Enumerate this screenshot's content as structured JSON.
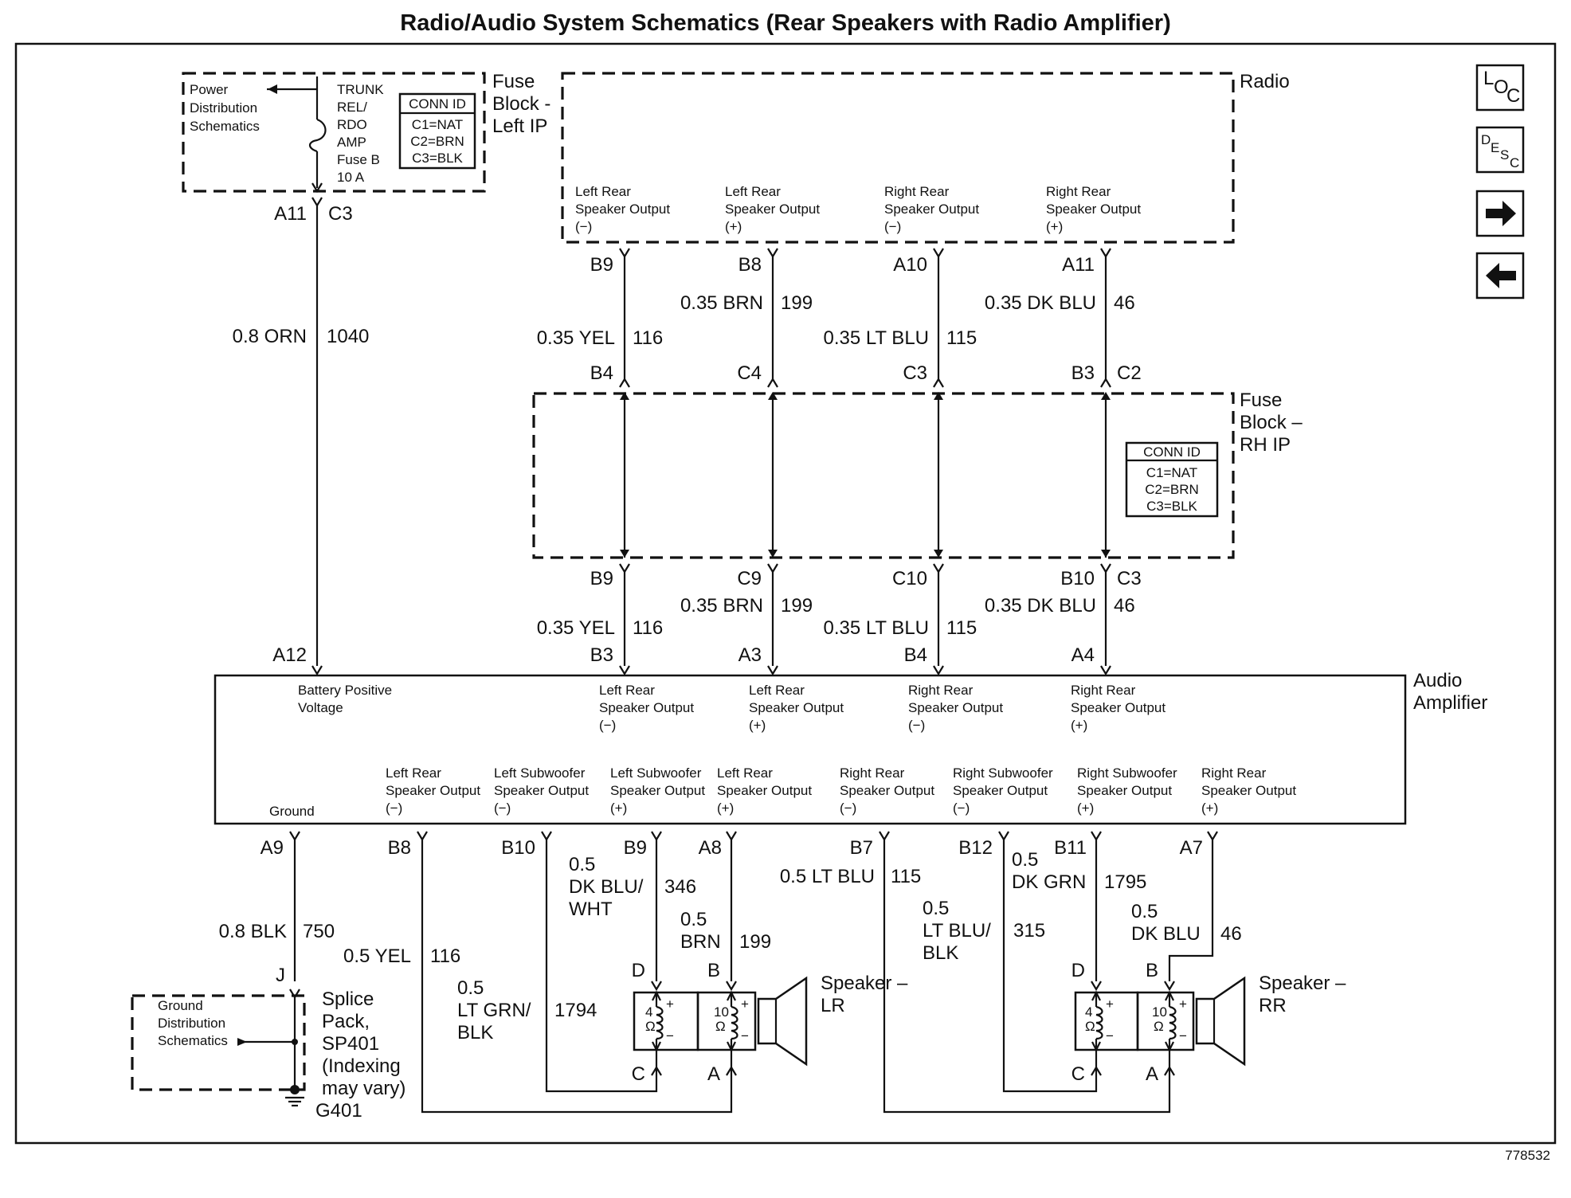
{
  "title": "Radio/Audio System Schematics (Rear Speakers with Radio Amplifier)",
  "figure_id": "778532",
  "nav": {
    "loc": [
      "L",
      "O",
      "C"
    ],
    "desc": [
      "D",
      "E",
      "S",
      "C"
    ],
    "next": "next-arrow-icon",
    "prev": "back-arrow-icon"
  },
  "fuse_left": {
    "label": [
      "Fuse",
      "Block -",
      "Left IP"
    ],
    "ref": [
      "Power",
      "Distribution",
      "Schematics"
    ],
    "fuse": [
      "TRUNK",
      "REL/",
      "RDO",
      "AMP",
      "Fuse B",
      "10 A"
    ],
    "conn_title": "CONN ID",
    "conn": [
      "C1=NAT",
      "C2=BRN",
      "C3=BLK"
    ],
    "out_pin": "A11",
    "out_conn": "C3"
  },
  "radio": {
    "label": "Radio",
    "outputs": [
      [
        "Left Rear",
        "Speaker Output",
        "(−)"
      ],
      [
        "Left Rear",
        "Speaker Output",
        "(+)"
      ],
      [
        "Right Rear",
        "Speaker Output",
        "(−)"
      ],
      [
        "Right Rear",
        "Speaker Output",
        "(+)"
      ]
    ],
    "pins": [
      "B9",
      "B8",
      "A10",
      "A11"
    ]
  },
  "wires_upper": [
    {
      "gauge": "0.35 YEL",
      "circuit": "116"
    },
    {
      "gauge": "0.35 BRN",
      "circuit": "199"
    },
    {
      "gauge": "0.35 LT BLU",
      "circuit": "115"
    },
    {
      "gauge": "0.35 DK BLU",
      "circuit": "46"
    }
  ],
  "fuse_rh": {
    "label": [
      "Fuse",
      "Block –",
      "RH IP"
    ],
    "conn_title": "CONN ID",
    "conn": [
      "C1=NAT",
      "C2=BRN",
      "C3=BLK"
    ],
    "top_pins": [
      "B4",
      "C4",
      "C3",
      "B3"
    ],
    "top_conn": "C2",
    "bot_pins": [
      "B9",
      "C9",
      "C10",
      "B10"
    ],
    "bot_conn": "C3"
  },
  "wires_middle": [
    {
      "gauge": "0.35 YEL",
      "circuit": "116"
    },
    {
      "gauge": "0.35 BRN",
      "circuit": "199"
    },
    {
      "gauge": "0.35 LT BLU",
      "circuit": "115"
    },
    {
      "gauge": "0.35 DK BLU",
      "circuit": "46"
    }
  ],
  "power_wire": {
    "gauge": "0.8 ORN",
    "circuit": "1040"
  },
  "amplifier": {
    "label": [
      "Audio",
      "Amplifier"
    ],
    "battery": [
      "Battery Positive",
      "Voltage"
    ],
    "ground": "Ground",
    "inputs": [
      [
        "Left Rear",
        "Speaker Output",
        "(−)"
      ],
      [
        "Left Rear",
        "Speaker Output",
        "(+)"
      ],
      [
        "Right Rear",
        "Speaker Output",
        "(−)"
      ],
      [
        "Right Rear",
        "Speaker Output",
        "(+)"
      ]
    ],
    "input_pins": [
      "B3",
      "A3",
      "B4",
      "A4"
    ],
    "battery_pin": "A12",
    "outputs": [
      [
        "Left Rear",
        "Speaker Output",
        "(−)"
      ],
      [
        "Left Subwoofer",
        "Speaker Output",
        "(−)"
      ],
      [
        "Left Subwoofer",
        "Speaker Output",
        "(+)"
      ],
      [
        "Left Rear",
        "Speaker Output",
        "(+)"
      ],
      [
        "Right Rear",
        "Speaker Output",
        "(−)"
      ],
      [
        "Right Subwoofer",
        "Speaker Output",
        "(−)"
      ],
      [
        "Right Subwoofer",
        "Speaker Output",
        "(+)"
      ],
      [
        "Right Rear",
        "Speaker Output",
        "(+)"
      ]
    ],
    "output_pins": [
      "A9",
      "B8",
      "B10",
      "B9",
      "A8",
      "B7",
      "B12",
      "B11",
      "A7"
    ]
  },
  "wires_lower": {
    "ground": {
      "gauge": "0.8 BLK",
      "circuit": "750"
    },
    "b8": {
      "gauge": "0.5 YEL",
      "circuit": "116"
    },
    "b10": {
      "gauge": [
        "0.5",
        "LT GRN/",
        "BLK"
      ],
      "circuit": "1794"
    },
    "b9": {
      "gauge": [
        "0.5",
        "DK BLU/",
        "WHT"
      ],
      "circuit": "346"
    },
    "a8": {
      "gauge": [
        "0.5",
        "BRN"
      ],
      "circuit": "199"
    },
    "b7": {
      "gauge": "0.5 LT BLU",
      "circuit": "115"
    },
    "b12": {
      "gauge": [
        "0.5",
        "LT BLU/",
        "BLK"
      ],
      "circuit": "315"
    },
    "b11": {
      "gauge": [
        "0.5",
        "DK GRN"
      ],
      "circuit": "1795"
    },
    "a7": {
      "gauge": [
        "0.5",
        "DK BLU"
      ],
      "circuit": "46"
    }
  },
  "splice": {
    "pin": "J",
    "label": [
      "Splice",
      "Pack,",
      "SP401",
      "(Indexing",
      "may vary)"
    ],
    "ref": [
      "Ground",
      "Distribution",
      "Schematics"
    ],
    "ground": "G401"
  },
  "speaker_lr": {
    "label": [
      "Speaker –",
      "LR"
    ],
    "pins": [
      "D",
      "B",
      "C",
      "A"
    ],
    "coils": [
      {
        "ohm": [
          "4",
          "Ω"
        ]
      },
      {
        "ohm": [
          "10",
          "Ω"
        ]
      }
    ]
  },
  "speaker_rr": {
    "label": [
      "Speaker –",
      "RR"
    ],
    "pins": [
      "D",
      "B",
      "C",
      "A"
    ],
    "coils": [
      {
        "ohm": [
          "4",
          "Ω"
        ]
      },
      {
        "ohm": [
          "10",
          "Ω"
        ]
      }
    ]
  }
}
